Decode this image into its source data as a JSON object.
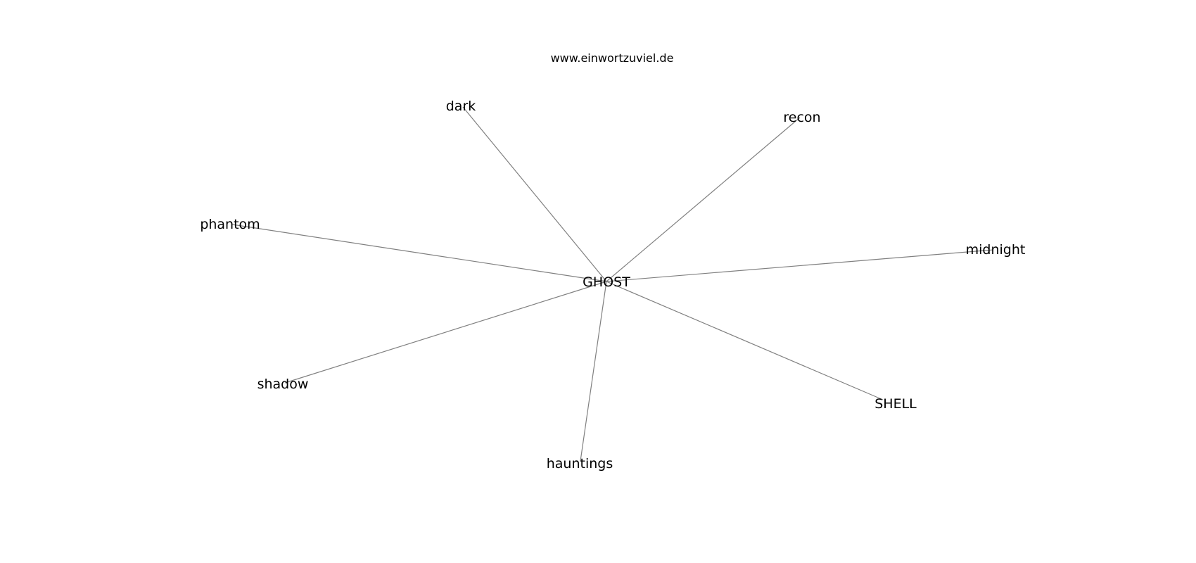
{
  "header": {
    "title": "www.einwortzuviel.de"
  },
  "graph": {
    "center": {
      "id": "ghost",
      "label": "GHOST"
    },
    "nodes": [
      {
        "id": "dark",
        "label": "dark"
      },
      {
        "id": "recon",
        "label": "recon"
      },
      {
        "id": "phantom",
        "label": "phantom"
      },
      {
        "id": "midnight",
        "label": "midnight"
      },
      {
        "id": "shadow",
        "label": "shadow"
      },
      {
        "id": "shell",
        "label": "SHELL"
      },
      {
        "id": "hauntings",
        "label": "hauntings"
      }
    ],
    "edges": [
      {
        "from": "ghost",
        "to": "dark"
      },
      {
        "from": "ghost",
        "to": "recon"
      },
      {
        "from": "ghost",
        "to": "phantom"
      },
      {
        "from": "ghost",
        "to": "midnight"
      },
      {
        "from": "ghost",
        "to": "shadow"
      },
      {
        "from": "ghost",
        "to": "shell"
      },
      {
        "from": "ghost",
        "to": "hauntings"
      }
    ],
    "colors": {
      "edge": "#808080",
      "text": "#000000"
    }
  }
}
